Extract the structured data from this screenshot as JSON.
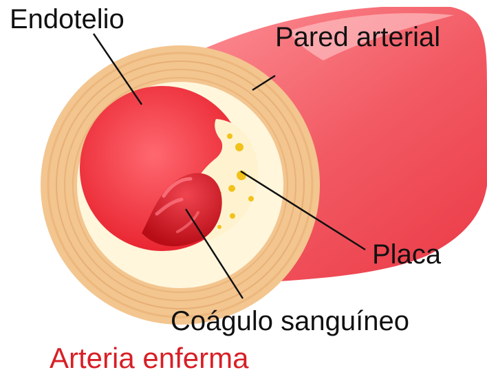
{
  "labels": {
    "endotelio": "Endotelio",
    "pared_arterial": "Pared arterial",
    "placa": "Placa",
    "coagulo": "Coágulo sanguíneo"
  },
  "title": "Arteria enferma",
  "colors": {
    "title": "#d81f26",
    "artery_outer": "#f25a63",
    "artery_highlight": "#ff9aa0",
    "wall": "#f3c58f",
    "wall_line": "#d89858",
    "endothelium": "#fff6dc",
    "lumen": "#ef2f3a",
    "clot": "#d3141f",
    "plaque": "#fff3cf",
    "plaque_dots": "#f2c21a"
  }
}
